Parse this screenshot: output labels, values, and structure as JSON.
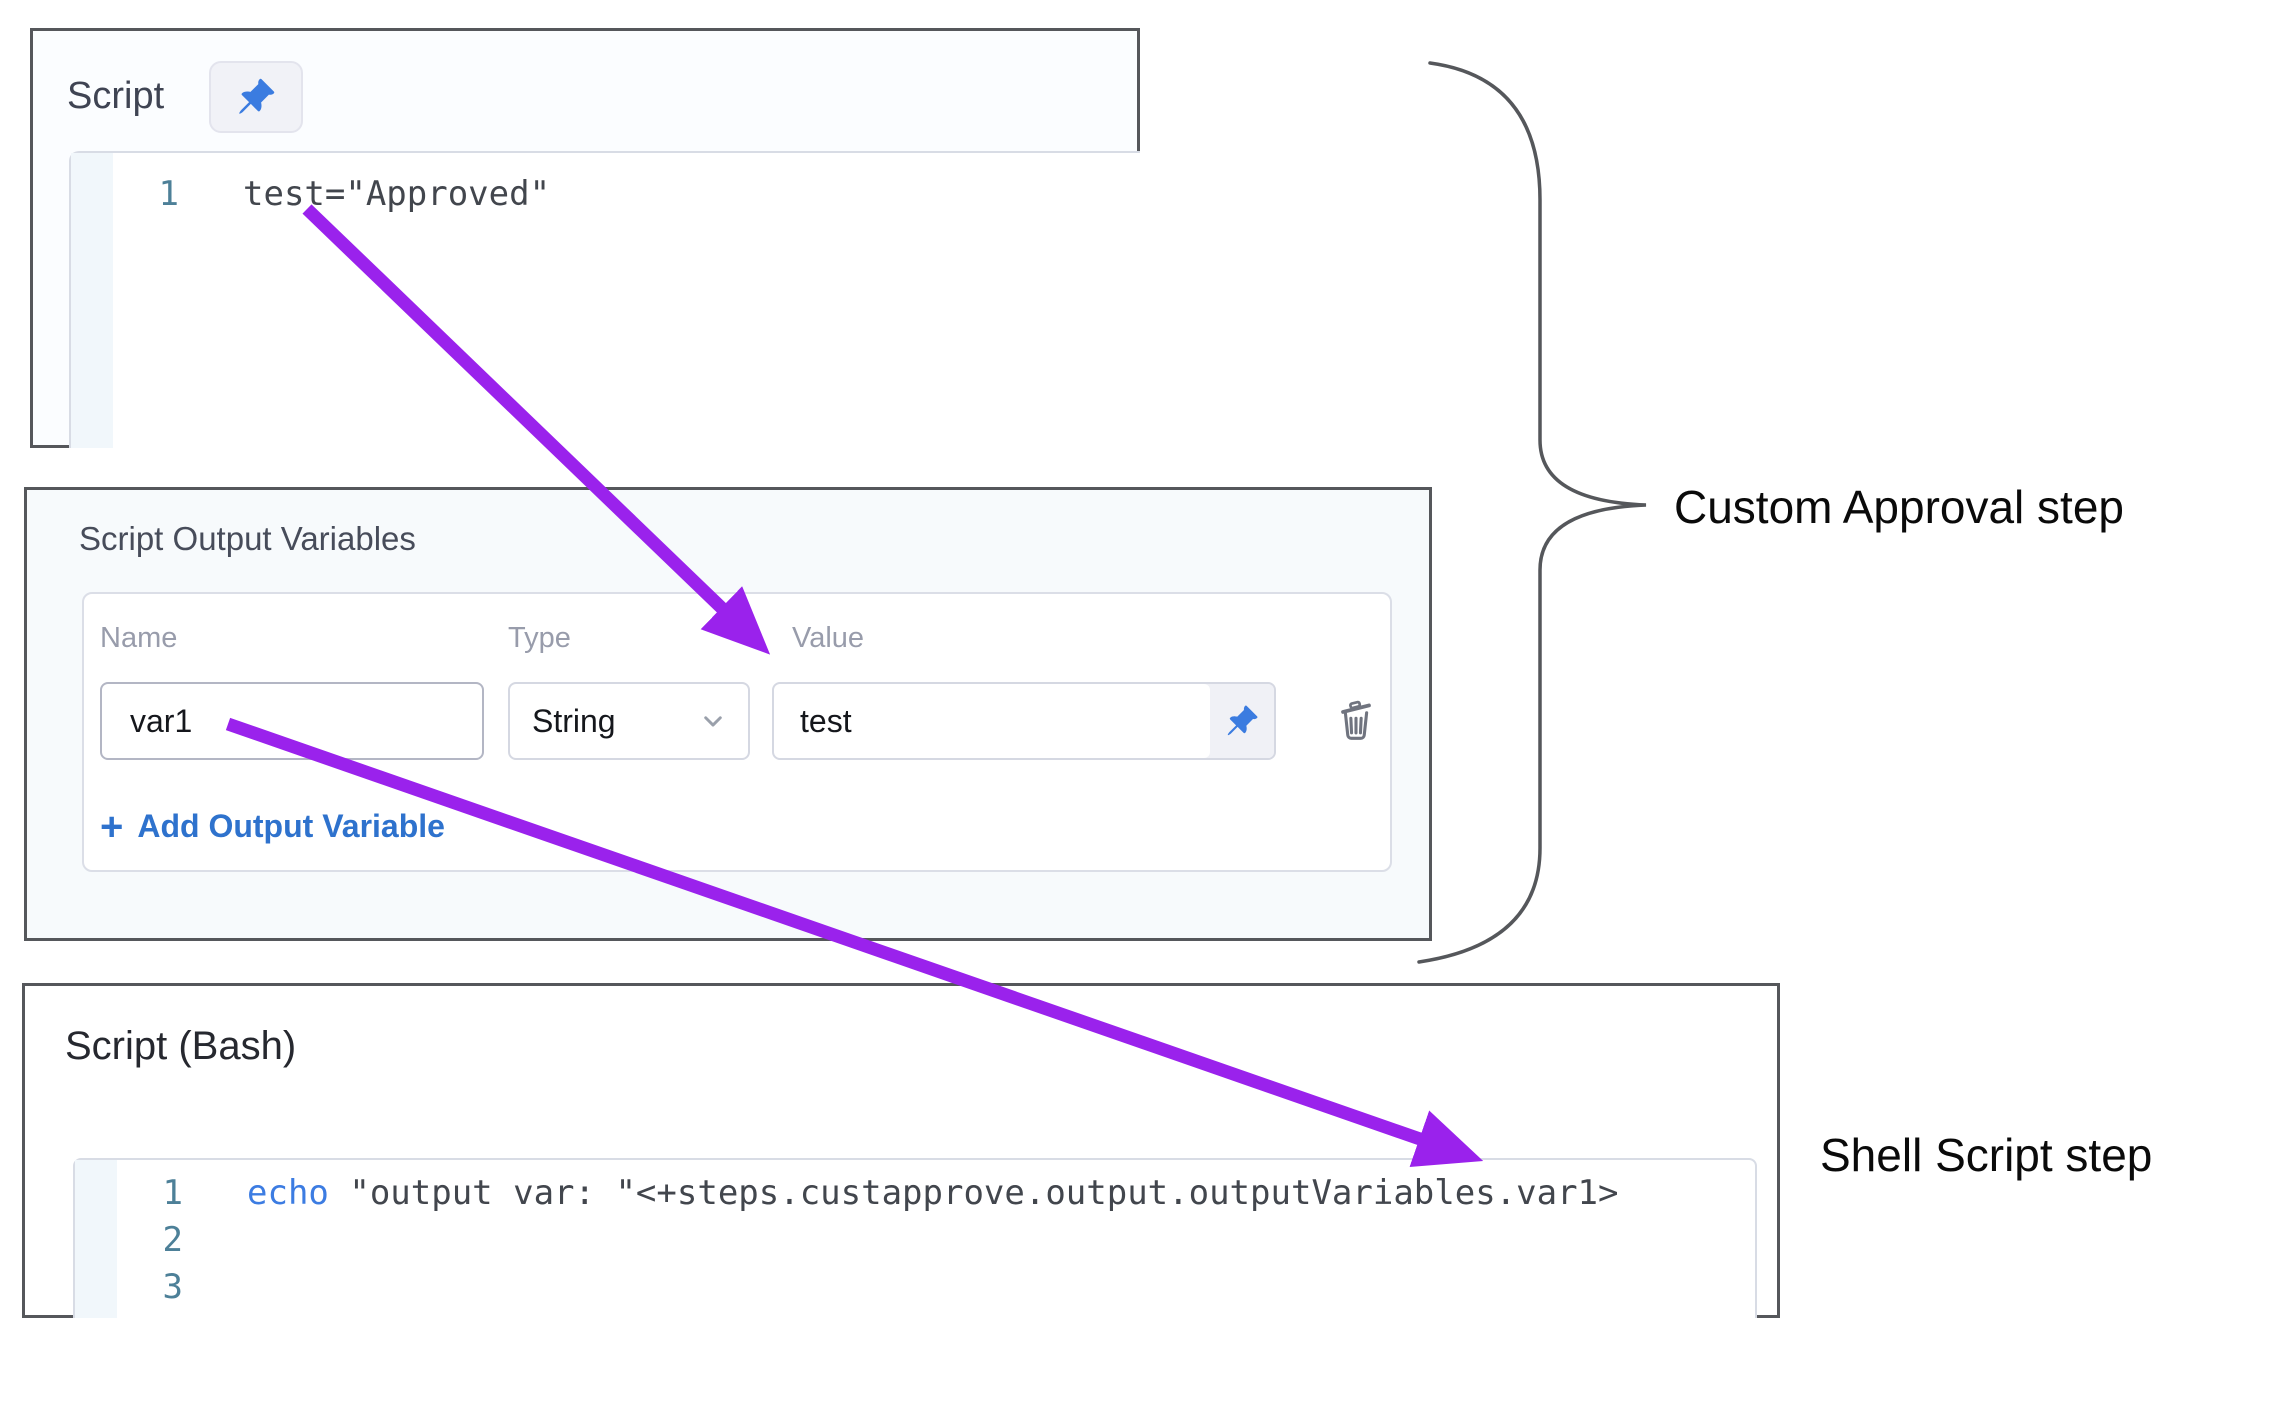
{
  "script_panel": {
    "title": "Script",
    "editor_lines": [
      {
        "number": "1",
        "code": "test=\"Approved\""
      }
    ]
  },
  "variables_panel": {
    "title": "Script Output Variables",
    "columns": {
      "name": "Name",
      "type": "Type",
      "value": "Value"
    },
    "row": {
      "name": "var1",
      "type": "String",
      "value": "test"
    },
    "add_plus": "+",
    "add_label": "Add Output Variable"
  },
  "bash_panel": {
    "title": "Script (Bash)",
    "editor_lines": [
      {
        "number": "1",
        "code_keyword": "echo",
        "code_rest": " \"output var: \"<+steps.custapprove.output.outputVariables.var1>"
      },
      {
        "number": "2",
        "code_keyword": "",
        "code_rest": ""
      },
      {
        "number": "3",
        "code_keyword": "",
        "code_rest": ""
      }
    ]
  },
  "annotations": {
    "custom_approval": "Custom Approval step",
    "shell_script": "Shell Script step"
  },
  "colors": {
    "arrow_purple": "#9a22ec",
    "pin_blue": "#3b7ce0",
    "link_blue": "#2e72cd",
    "line_number_teal": "#4d8098",
    "panel_border": "#55575b",
    "panel_bg_light": "#f7fafc"
  }
}
